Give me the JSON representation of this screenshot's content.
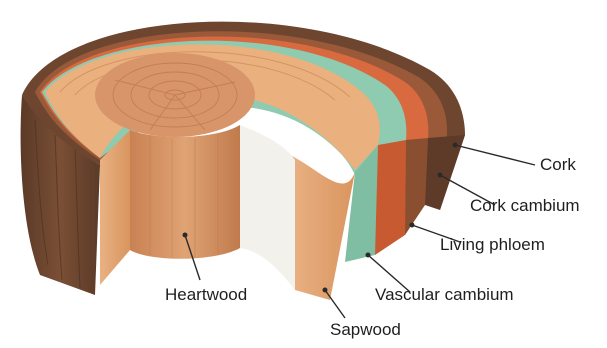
{
  "diagram": {
    "layers": [
      {
        "id": "cork",
        "label": "Cork",
        "color": "#6e4630"
      },
      {
        "id": "cork-cambium",
        "label": "Cork cambium",
        "color": "#9a5a3a"
      },
      {
        "id": "living-phloem",
        "label": "Living phloem",
        "color": "#d9693f"
      },
      {
        "id": "vascular-cambium",
        "label": "Vascular cambium",
        "color": "#8fcbb0"
      },
      {
        "id": "sapwood",
        "label": "Sapwood",
        "color": "#e7a877"
      },
      {
        "id": "heartwood",
        "label": "Heartwood",
        "color": "#d18d5f"
      }
    ]
  }
}
